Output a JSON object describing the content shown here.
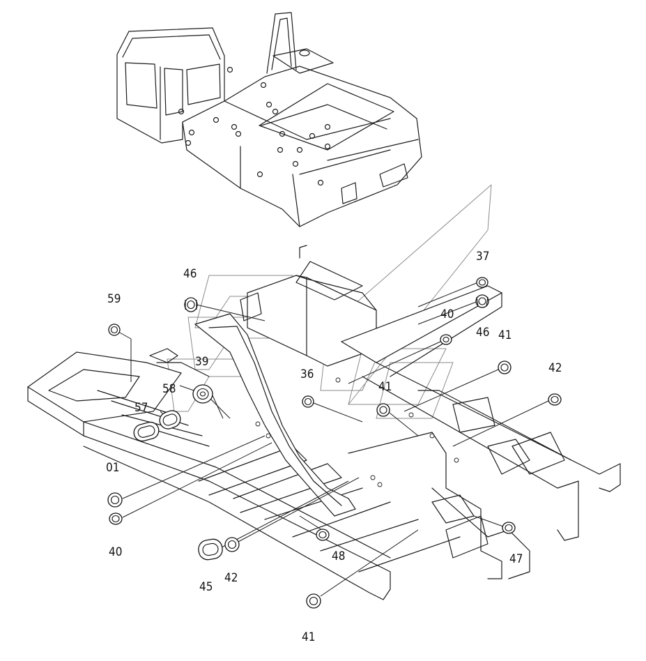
{
  "diagram": {
    "labels": [
      {
        "id": "lbl-37",
        "text": "37"
      },
      {
        "id": "lbl-46a",
        "text": "46"
      },
      {
        "id": "lbl-46b",
        "text": "46"
      },
      {
        "id": "lbl-59",
        "text": "59"
      },
      {
        "id": "lbl-40a",
        "text": "40"
      },
      {
        "id": "lbl-41a",
        "text": "41"
      },
      {
        "id": "lbl-42a",
        "text": "42"
      },
      {
        "id": "lbl-39",
        "text": "39"
      },
      {
        "id": "lbl-36",
        "text": "36"
      },
      {
        "id": "lbl-41b",
        "text": "41"
      },
      {
        "id": "lbl-58",
        "text": "58"
      },
      {
        "id": "lbl-57",
        "text": "57"
      },
      {
        "id": "lbl-01",
        "text": "01"
      },
      {
        "id": "lbl-40b",
        "text": "40"
      },
      {
        "id": "lbl-48",
        "text": "48"
      },
      {
        "id": "lbl-47",
        "text": "47"
      },
      {
        "id": "lbl-45",
        "text": "45"
      },
      {
        "id": "lbl-42b",
        "text": "42"
      },
      {
        "id": "lbl-41c",
        "text": "41"
      }
    ]
  }
}
